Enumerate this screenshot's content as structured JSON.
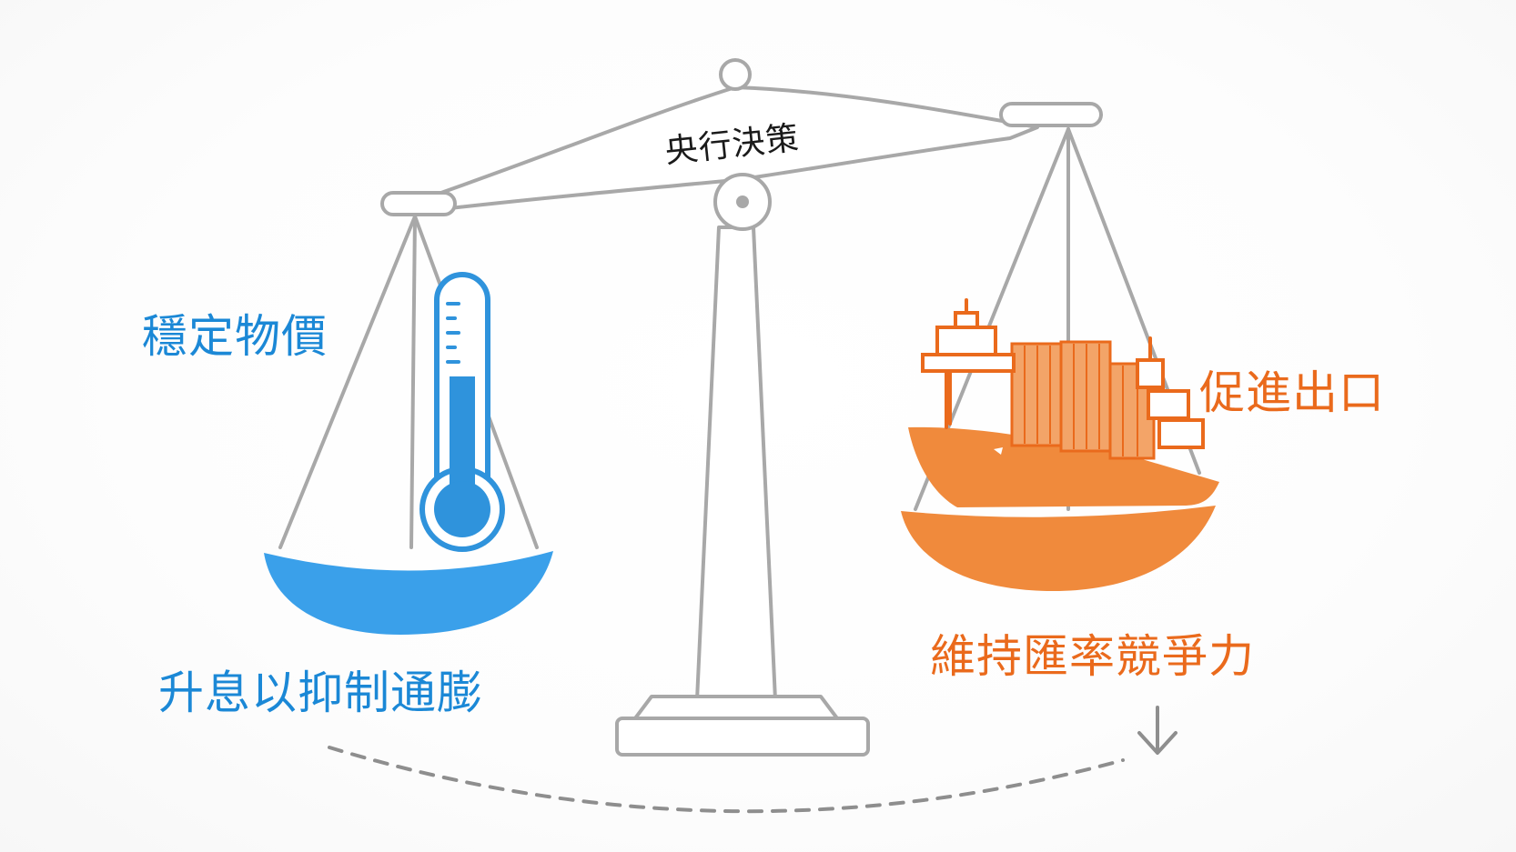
{
  "beam": {
    "label": "央行決策"
  },
  "left": {
    "goal_label": "穩定物價",
    "action_label": "升息以抑制通膨"
  },
  "right": {
    "goal_label": "促進出口",
    "action_label": "維持匯率競爭力"
  },
  "colors": {
    "left_accent": "#3aa0ea",
    "left_text": "#1b88d6",
    "right_accent": "#f08a3c",
    "right_text": "#ea6a1c",
    "frame_stroke": "#a8a8a8",
    "beam_text": "#1a1a1a"
  },
  "icons": {
    "left_pan_icon": "thermometer-icon",
    "right_pan_icon": "container-ship-icon",
    "bottom_arrow": "curved-dashed-arrow-icon"
  }
}
